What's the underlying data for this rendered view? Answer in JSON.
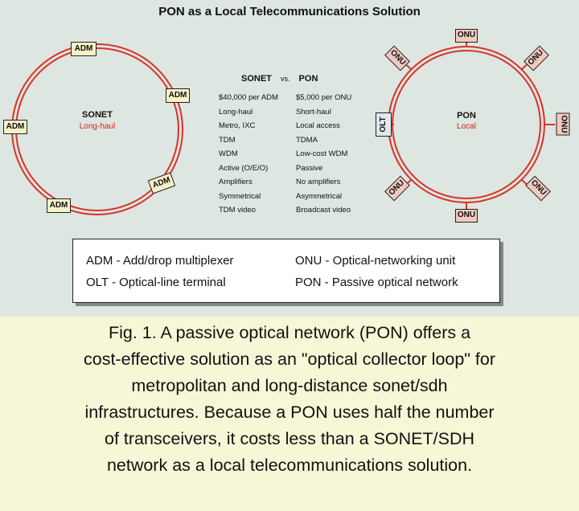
{
  "title": "PON as a Local Telecommunications Solution",
  "sonet": {
    "name": "SONET",
    "subtitle": "Long-haul",
    "nodes": [
      "ADM",
      "ADM",
      "ADM",
      "ADM",
      "ADM"
    ]
  },
  "pon": {
    "name": "PON",
    "subtitle": "Local",
    "olt": "OLT",
    "onus": [
      "ONU",
      "ONU",
      "ONU",
      "ONU",
      "ONU",
      "ONU",
      "ONU"
    ]
  },
  "comparison": {
    "left_header": "SONET",
    "vs": "vs.",
    "right_header": "PON",
    "rows": [
      [
        "$40,000 per ADM",
        "$5,000 per ONU"
      ],
      [
        "Long-haul",
        "Short-haul"
      ],
      [
        "Metro, IXC",
        "Local access"
      ],
      [
        "TDM",
        "TDMA"
      ],
      [
        "WDM",
        "Low-cost WDM"
      ],
      [
        "Active (O/E/O)",
        "Passive"
      ],
      [
        "Amplifiers",
        "No amplifiers"
      ],
      [
        "Symmetrical",
        "Asymmetrical"
      ],
      [
        "TDM video",
        "Broadcast video"
      ]
    ]
  },
  "legend": [
    {
      "text": "ADM - Add/drop multiplexer"
    },
    {
      "text": "ONU - Optical-networking unit"
    },
    {
      "text": "OLT - Optical-line terminal"
    },
    {
      "text": "PON - Passive optical network"
    }
  ],
  "caption": [
    "Fig. 1. A passive optical network (PON) offers a",
    "cost-effective solution as an \"optical collector loop\" for",
    "metropolitan and long-distance sonet/sdh",
    "infrastructures. Because a PON uses half the number",
    "of transceivers, it costs less than a SONET/SDH",
    "network as a local telecommunications solution."
  ],
  "colors": {
    "ring": "#d8332a",
    "figure_bg": "#dde6e0",
    "caption_bg": "#f7f7d7",
    "adm_fill": "#f7f2c9",
    "onu_fill": "#f0c9c0"
  }
}
